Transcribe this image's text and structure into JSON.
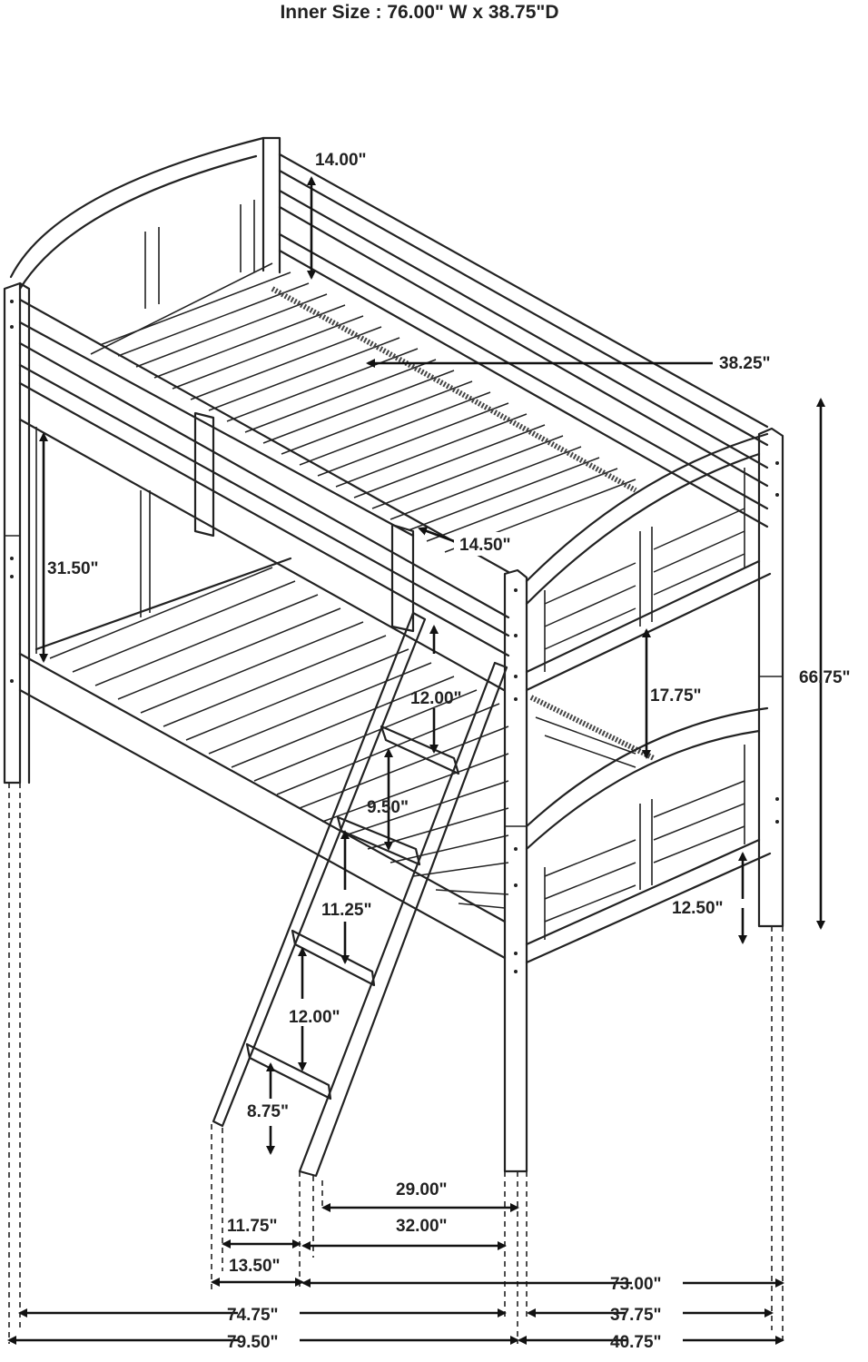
{
  "title": "Inner Size : 76.00\" W x  38.75\"D",
  "dimensions": {
    "top_rail_height": "14.00\"",
    "mattress_width": "38.25\"",
    "guard_rail_gap": "14.50\"",
    "upper_clearance": "31.50\"",
    "total_height": "66.75\"",
    "headboard_to_lower": "17.75\"",
    "ladder_step_top": "12.00\"",
    "ladder_step_2": "9.50\"",
    "ladder_step_3": "11.25\"",
    "ladder_step_4": "12.00\"",
    "ladder_bottom": "8.75\"",
    "under_bed_clearance": "12.50\"",
    "ladder_depth_inner": "29.00\"",
    "ladder_depth_outer": "32.00\"",
    "ladder_width_inner": "11.75\"",
    "ladder_width_outer": "13.50\"",
    "bed_length": "73.00\"",
    "length_inner": "74.75\"",
    "length_outer": "79.50\"",
    "width_inner": "37.75\"",
    "width_outer": "40.75\""
  }
}
